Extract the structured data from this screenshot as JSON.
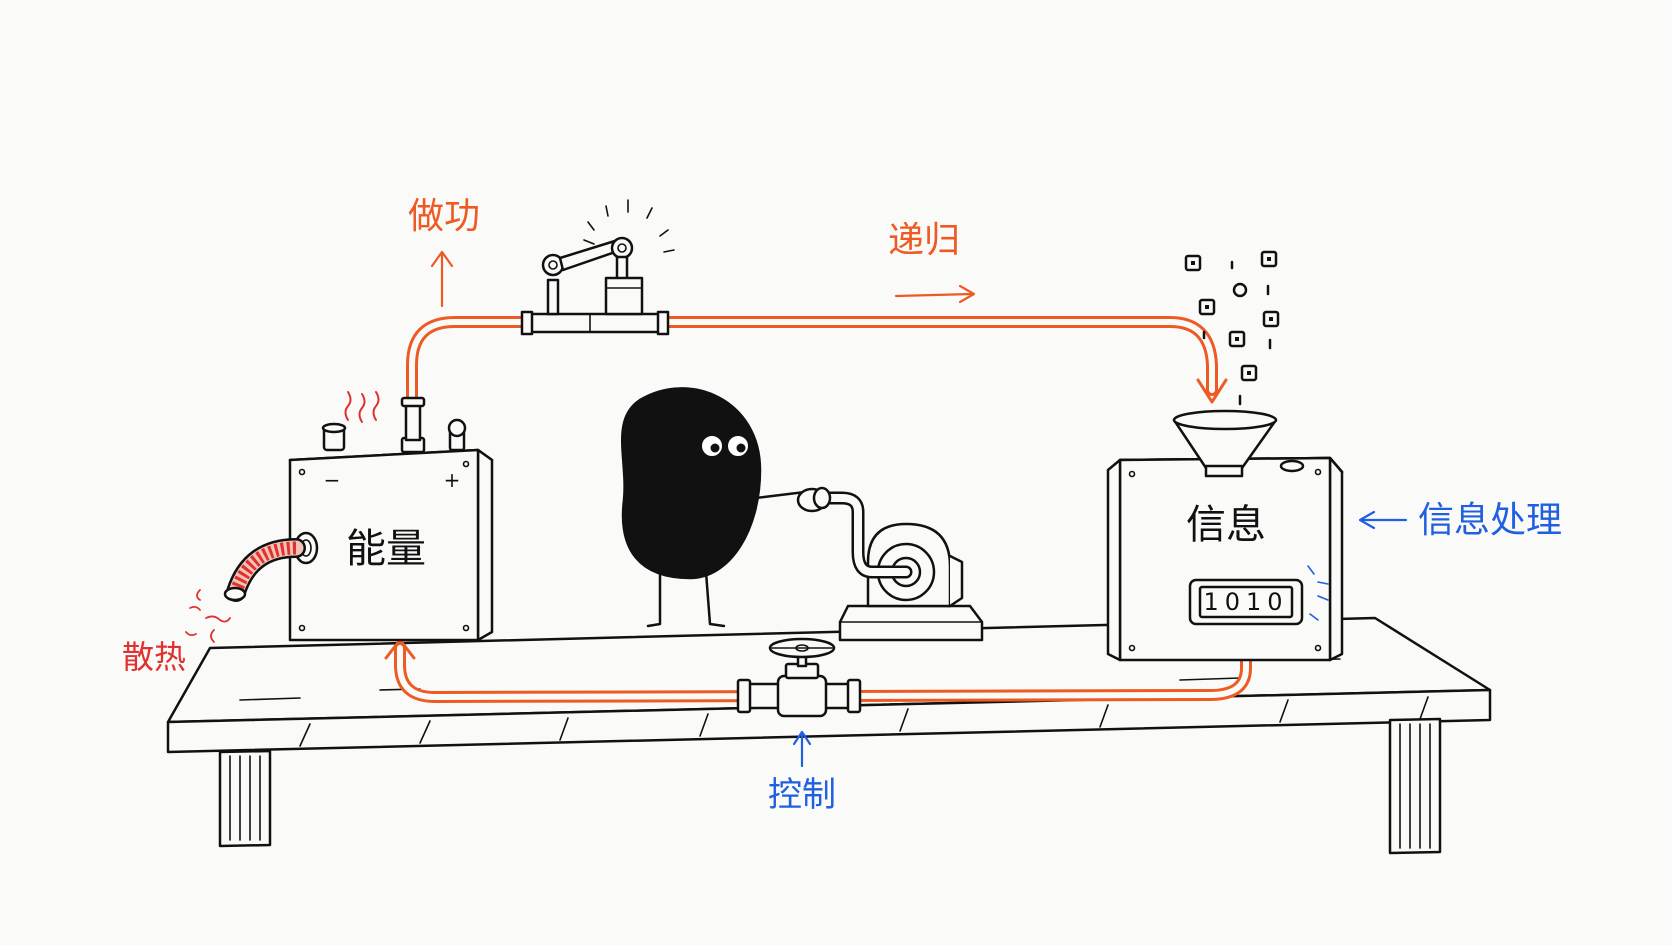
{
  "colors": {
    "orange": "#ee5a24",
    "red": "#e0312f",
    "blue": "#1f5fe0",
    "ink": "#111111",
    "paper": "#fafaf8"
  },
  "labels": {
    "work": "做功",
    "recursion": "递归",
    "heat": "散热",
    "control": "控制",
    "info_processing": "信息处理"
  },
  "boxes": {
    "energy": "能量",
    "info": "信息",
    "counter": "1010",
    "minus": "−",
    "plus": "+"
  },
  "icons": {
    "work_arrow": "arrow-up-icon",
    "recursion_arrow": "arrow-right-icon",
    "control_arrow": "arrow-up-icon",
    "info_arrow": "arrow-left-icon",
    "heat_marks": "heat-wave-icon"
  }
}
